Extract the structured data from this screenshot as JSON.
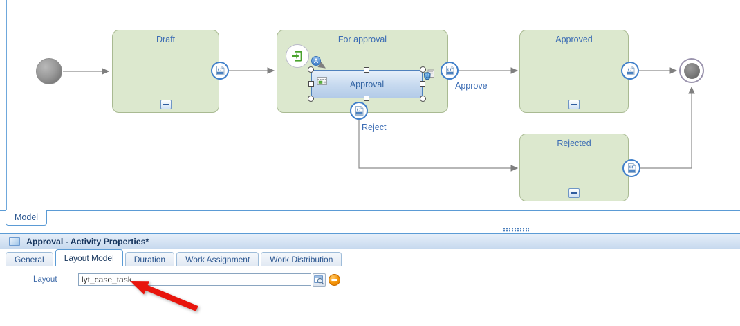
{
  "diagram": {
    "states": [
      {
        "label": "Draft"
      },
      {
        "label": "For approval"
      },
      {
        "label": "Approved"
      },
      {
        "label": "Rejected"
      }
    ],
    "activity": {
      "label": "Approval",
      "badge": "A"
    },
    "transitions": [
      {
        "label": "Approve"
      },
      {
        "label": "Reject"
      }
    ]
  },
  "bottom_tabs": {
    "model": "Model"
  },
  "properties": {
    "title": "Approval - Activity Properties*",
    "tabs": [
      {
        "label": "General"
      },
      {
        "label": "Layout Model"
      },
      {
        "label": "Duration"
      },
      {
        "label": "Work Assignment"
      },
      {
        "label": "Work Distribution"
      }
    ],
    "active_tab": "Layout Model",
    "layout_field": {
      "label": "Layout",
      "value": "lyt_case_task"
    }
  },
  "colors": {
    "accent_blue": "#5b9bd5",
    "state_fill": "#dce8ce",
    "state_border": "#a9ba92",
    "title_blue": "#3b6cb4",
    "activity_border": "#4f81bd",
    "connector_gray": "#8c8c8c",
    "annotation_red": "#e8150d",
    "clear_orange": "#f49306",
    "enter_green": "#4aa22e"
  }
}
